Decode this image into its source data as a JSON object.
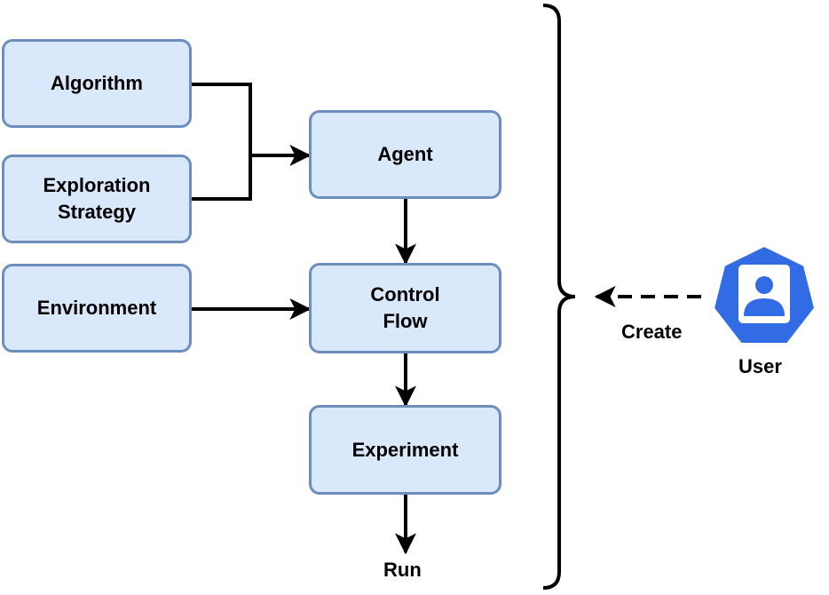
{
  "nodes": {
    "algorithm": "Algorithm",
    "exploration": [
      "Exploration",
      "Strategy"
    ],
    "environment": "Environment",
    "agent": "Agent",
    "control_flow": [
      "Control",
      "Flow"
    ],
    "experiment": "Experiment"
  },
  "labels": {
    "run": "Run",
    "create": "Create",
    "user": "User"
  },
  "colors": {
    "box_fill": "#dae8fc",
    "box_border": "#6c8ebf",
    "arrow": "#000000",
    "user_icon": "#326ce5"
  },
  "icons": {
    "user": "user-icon"
  }
}
